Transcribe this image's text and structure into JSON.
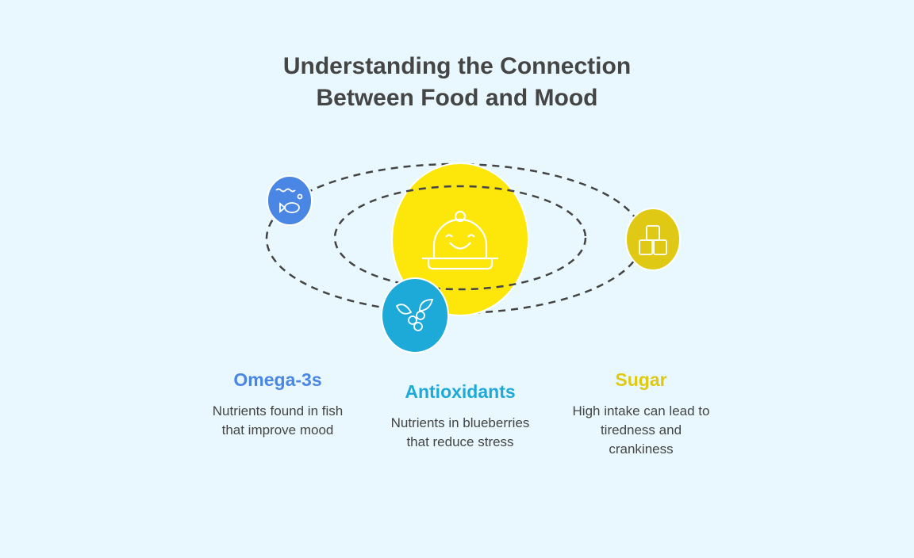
{
  "title_line1": "Understanding the Connection",
  "title_line2": "Between Food and Mood",
  "colors": {
    "background": "#e8f8fe",
    "center": "#fde60a",
    "omega": "#4a86e4",
    "antioxidants": "#1eaad9",
    "sugar": "#dfc915"
  },
  "items": [
    {
      "name": "Omega-3s",
      "desc": "Nutrients found in fish that improve mood",
      "icon": "fish-icon"
    },
    {
      "name": "Antioxidants",
      "desc": "Nutrients in blueberries that reduce stress",
      "icon": "berries-icon"
    },
    {
      "name": "Sugar",
      "desc": "High intake can lead to tiredness and crankiness",
      "icon": "sugar-cubes-icon"
    }
  ],
  "center_icon": "smiling-dish-icon"
}
